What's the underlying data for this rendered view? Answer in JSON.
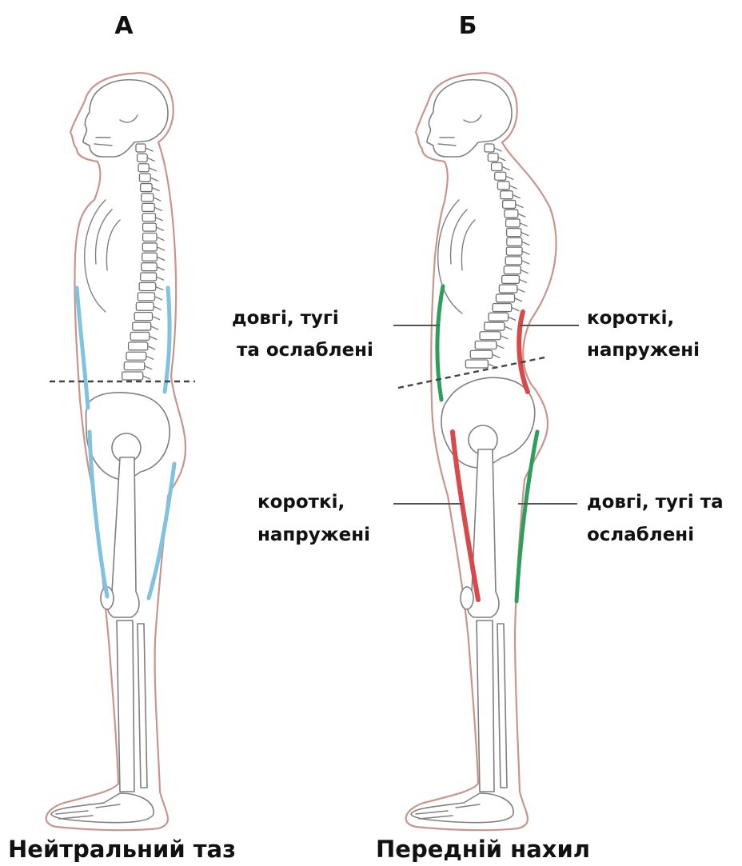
{
  "panels": [
    {
      "letter": "А",
      "caption": "Нейтральний таз"
    },
    {
      "letter": "Б",
      "caption": "Передній нахил",
      "labels": {
        "upper_left": [
          "довгі, тугі",
          "та ослаблені"
        ],
        "upper_right": [
          "короткі,",
          "напружені"
        ],
        "lower_left": [
          "короткі,",
          "напружені"
        ],
        "lower_right": [
          "довгі, тугі та",
          "ослаблені"
        ]
      }
    }
  ],
  "colors": {
    "neutral_muscle": "#7fc3e0",
    "lengthened_muscle": "#2e9e5b",
    "shortened_muscle": "#d9494a",
    "body_outline": "#c9958a",
    "bone_outline": "#7f7f7f"
  }
}
